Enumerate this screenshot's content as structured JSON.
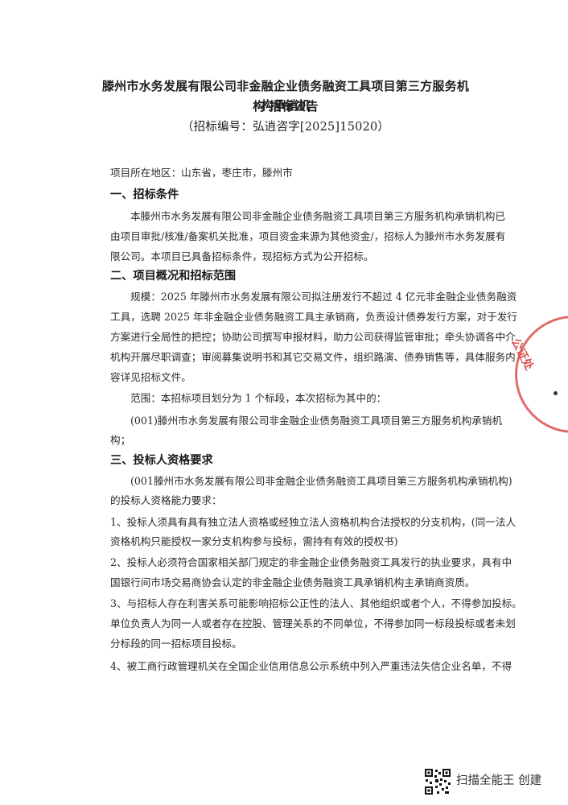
{
  "title": {
    "line1": "滕州市水务发展有限公司非金融企业债务融资工具项目第三方服务机构承销机",
    "line2": "构 招标公告",
    "code": "（招标编号：弘逍咨字[2025]15020）"
  },
  "location": "项目所在地区：山东省，枣庄市，滕州市",
  "sections": [
    {
      "heading": "一、招标条件",
      "lines": [
        "本滕州市水务发展有限公司非金融企业债务融资工具项目第三方服务机构承销机构已",
        "由项目审批/核准/备案机关批准，项目资金来源为其他资金/，招标人为滕州市水务发展有",
        "限公司。本项目已具备招标条件，现招标方式为公开招标。"
      ]
    },
    {
      "heading": "二、项目概况和招标范围",
      "lines": [
        "规模：2025 年滕州市水务发展有限公司拟注册发行不超过 4 亿元非金融企业债务融资",
        "工具，选聘 2025 年非金融企业债务融资工具主承销商，负责设计债券发行方案，对于发行",
        "方案进行全局性的把控；协助公司撰写申报材料，助力公司获得监管审批；牵头协调各中介",
        "机构开展尽职调查；审阅募集说明书和其它交易文件，组织路演、债券销售等，具体服务内",
        "容详见招标文件。",
        "范围：本招标项目划分为 1 个标段，本次招标为其中的：",
        "(001)滕州市水务发展有限公司非金融企业债务融资工具项目第三方服务机构承销机",
        "构；"
      ]
    },
    {
      "heading": "三、投标人资格要求",
      "lines": [
        "(001滕州市水务发展有限公司非金融企业债务融资工具项目第三方服务机构承销机构)",
        "的投标人资格能力要求：",
        "1、投标人须具有具有独立法人资格或经独立法人资格机构合法授权的分支机构，(同一法人",
        "资格机构只能授权一家分支机构参与投标，需持有有效的授权书)",
        "2、投标人必须符合国家相关部门规定的非金融企业债务融资工具发行的执业要求，具有中",
        "国银行间市场交易商协会认定的非金融企业债务融资工具承销机构主承销商资质。",
        "3、与招标人存在利害关系可能影响招标公正性的法人、其他组织或者个人，不得参加投标。",
        "单位负责人为同一人或者存在控股、管理关系的不同单位，不得参加同一标段投标或者未划",
        "分标段的同一招标项目投标。",
        "4、被工商行政管理机关在全国企业信用信息公示系统中列入严重违法失信企业名单，不得"
      ]
    }
  ],
  "stamp_text": "公证处",
  "footer": "扫描全能王 创建",
  "colors": {
    "stamp": "#d9534f",
    "text": "#222222"
  }
}
